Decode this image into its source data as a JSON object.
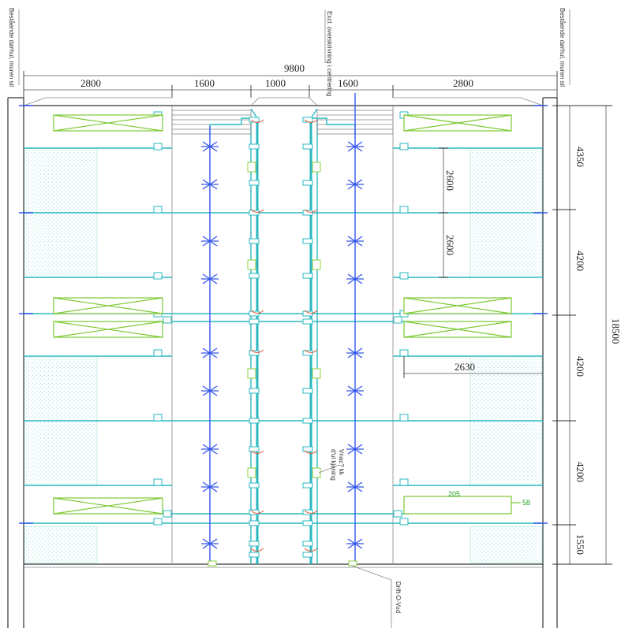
{
  "labels": {
    "top_left_note": "Bestående dørhul, muren sil",
    "top_right_note": "Bestående dørhul, muren sil",
    "top_center_note": "Excl. overskrivning i centrering",
    "bottom_note": "Drift-O-Vud",
    "middle_note": "Vnac? kk\nd'ul kjaning",
    "unit_label_205": "205",
    "unit_label_58": "58"
  },
  "dimensions": {
    "total_width": "9800",
    "top_segments": [
      "2800",
      "1600",
      "1000",
      "1600",
      "2800"
    ],
    "right_segments": [
      "4350",
      "4200",
      "4200",
      "4200",
      "1550"
    ],
    "right_total": "18500",
    "inner_segments": [
      "2600",
      "2600"
    ],
    "horizontal_inner": "2630"
  },
  "colors": {
    "duct": "#2ab8c0",
    "pipe": "#3355ee",
    "unit": "#7cc832",
    "hatch": "#9fe0e0",
    "dimension": "#555555"
  }
}
